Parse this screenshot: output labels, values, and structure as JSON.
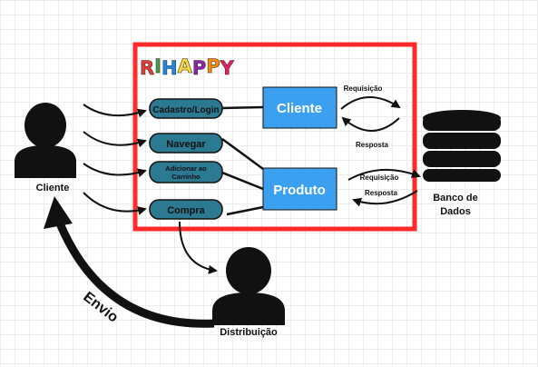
{
  "logo": {
    "text": "RIHAPPY",
    "letter_colors": [
      "#e53935",
      "#43a047",
      "#1e88e5",
      "#fdd835",
      "#8e24aa",
      "#fb8c00",
      "#e91e63"
    ]
  },
  "actors": {
    "cliente": "Cliente",
    "distribuicao": "Distribuição"
  },
  "actions": {
    "cadastro": "Cadastro/Login",
    "navegar": "Navegar",
    "carrinho_line1": "Adicionar ao",
    "carrinho_line2": "Carrinho",
    "compra": "Compra"
  },
  "boxes": {
    "cliente": "Cliente",
    "produto": "Produto"
  },
  "labels": {
    "requisicao_1": "Requisição",
    "resposta_1": "Resposta",
    "requisicao_2": "Requisição",
    "resposta_2": "Resposta",
    "envio": "Envio"
  },
  "database": {
    "line1": "Banco de",
    "line2": "Dados"
  },
  "colors": {
    "frame": "#ff2b2b",
    "pill_fill": "#2b7a91",
    "box_fill": "#3ca0f0",
    "stroke": "#111111"
  }
}
